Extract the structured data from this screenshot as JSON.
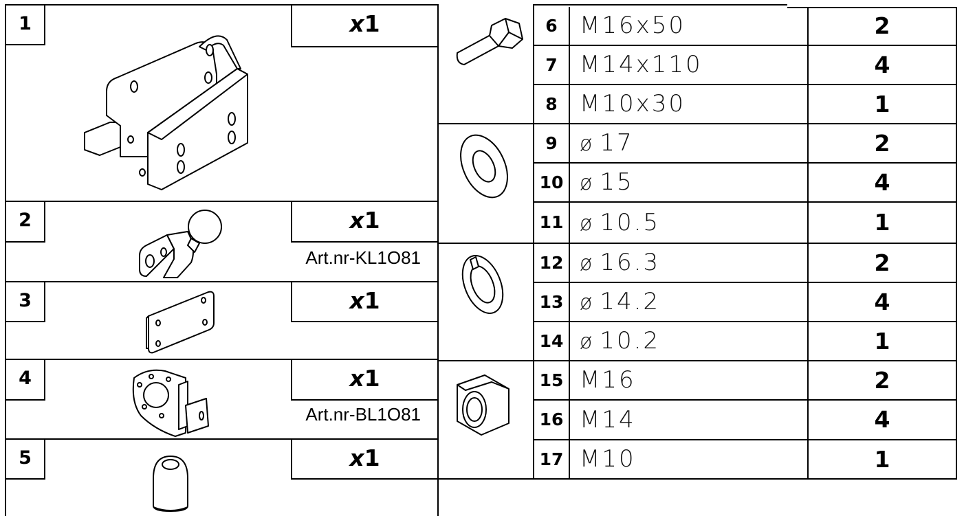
{
  "left_items": [
    {
      "num": "1",
      "x": "x",
      "qty": "1",
      "icon": "tow-bracket-icon",
      "art": ""
    },
    {
      "num": "2",
      "x": "x",
      "qty": "1",
      "icon": "tow-ball-icon",
      "art": "Art.nr-KL1O81"
    },
    {
      "num": "3",
      "x": "x",
      "qty": "1",
      "icon": "mounting-plate-icon",
      "art": ""
    },
    {
      "num": "4",
      "x": "x",
      "qty": "1",
      "icon": "socket-plate-icon",
      "art": "Art.nr-BL1O81"
    },
    {
      "num": "5",
      "x": "x",
      "qty": "1",
      "icon": "ball-cover-icon",
      "art": ""
    }
  ],
  "right_rows": [
    {
      "num": "6",
      "spec": "M16x50",
      "qty": "2"
    },
    {
      "num": "7",
      "spec": "M14x110",
      "qty": "4"
    },
    {
      "num": "8",
      "spec": "M10x30",
      "qty": "1"
    },
    {
      "num": "9",
      "dia": "ø",
      "spec": "17",
      "qty": "2"
    },
    {
      "num": "10",
      "dia": "ø",
      "spec": "15",
      "qty": "4"
    },
    {
      "num": "11",
      "dia": "ø",
      "spec": "10.5",
      "qty": "1"
    },
    {
      "num": "12",
      "dia": "ø",
      "spec": "16.3",
      "qty": "2"
    },
    {
      "num": "13",
      "dia": "ø",
      "spec": "14.2",
      "qty": "4"
    },
    {
      "num": "14",
      "dia": "ø",
      "spec": "10.2",
      "qty": "1"
    },
    {
      "num": "15",
      "spec": "M16",
      "qty": "2"
    },
    {
      "num": "16",
      "spec": "M14",
      "qty": "4"
    },
    {
      "num": "17",
      "spec": "M10",
      "qty": "1"
    }
  ],
  "right_groups": [
    {
      "icon": "bolt-icon"
    },
    {
      "icon": "flat-washer-icon"
    },
    {
      "icon": "spring-washer-icon"
    },
    {
      "icon": "hex-nut-icon"
    }
  ]
}
